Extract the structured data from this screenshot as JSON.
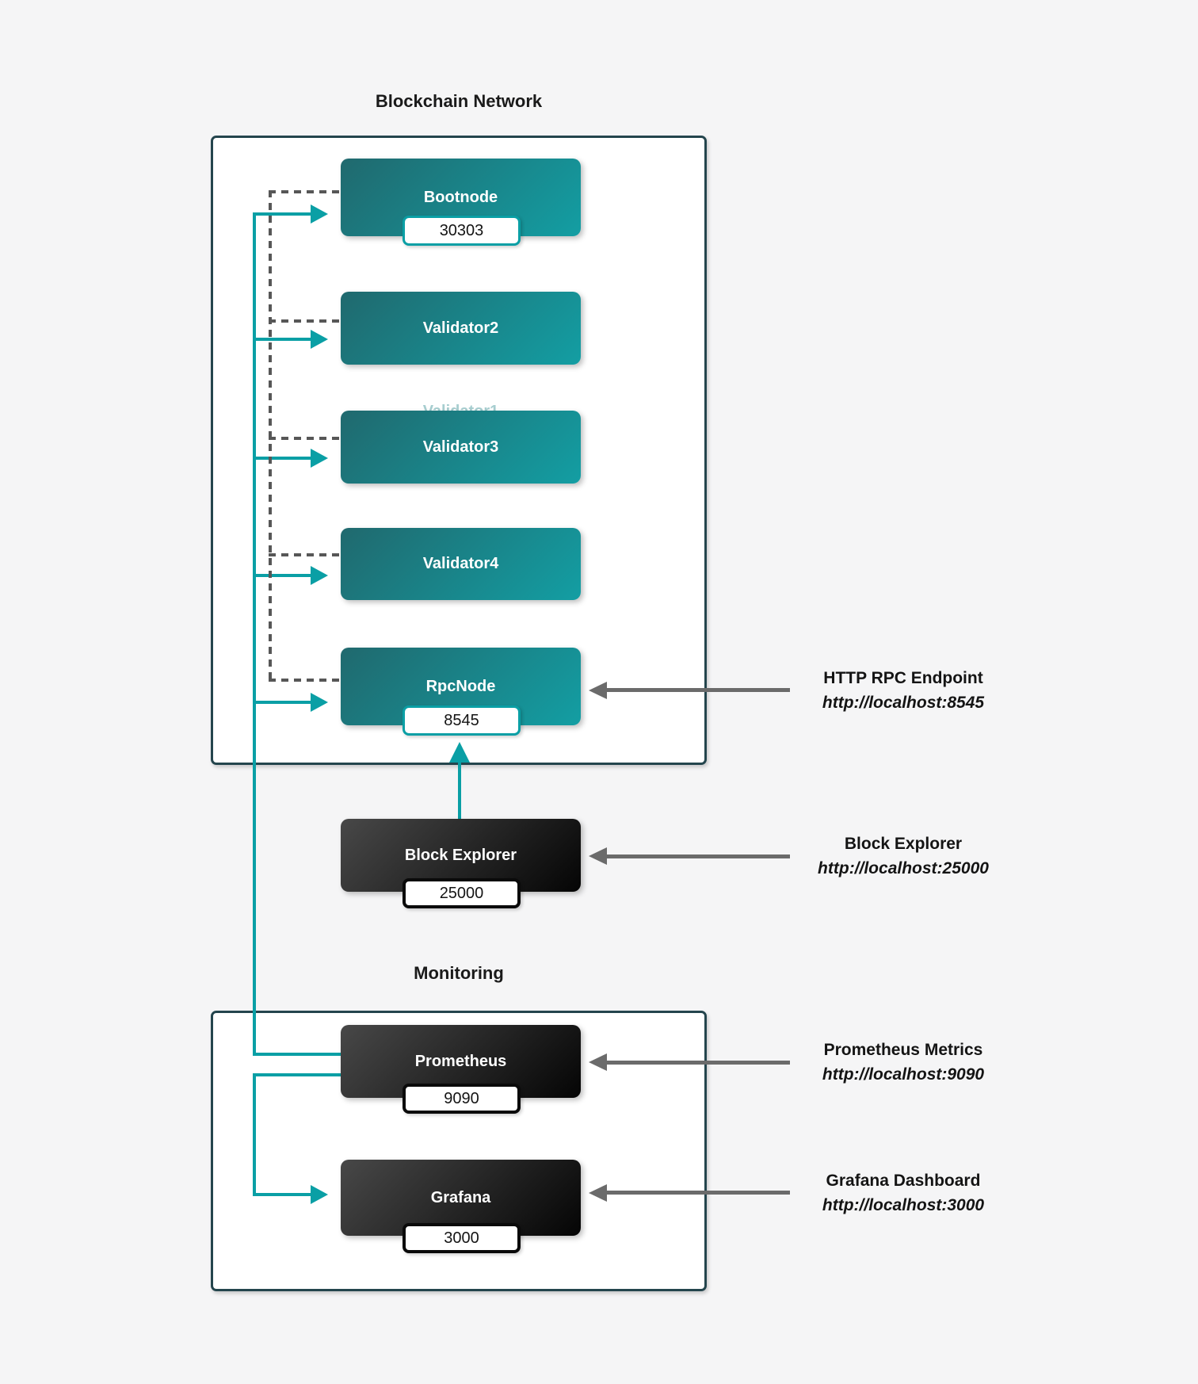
{
  "titles": {
    "blockchain": "Blockchain Network",
    "monitoring": "Monitoring"
  },
  "nodes": {
    "bootnode": {
      "label": "Bootnode",
      "port": "30303"
    },
    "validator2": {
      "label": "Validator2"
    },
    "validator1_hidden": {
      "label": "Validator1"
    },
    "validator3": {
      "label": "Validator3"
    },
    "validator4": {
      "label": "Validator4"
    },
    "rpcnode": {
      "label": "RpcNode",
      "port": "8545"
    },
    "block_explorer": {
      "label": "Block Explorer",
      "port": "25000"
    },
    "prometheus": {
      "label": "Prometheus",
      "port": "9090"
    },
    "grafana": {
      "label": "Grafana",
      "port": "3000"
    }
  },
  "endpoints": [
    {
      "title": "HTTP RPC Endpoint",
      "url": "http://localhost:8545"
    },
    {
      "title": "Block Explorer",
      "url": "http://localhost:25000"
    },
    {
      "title": "Prometheus Metrics",
      "url": "http://localhost:9090"
    },
    {
      "title": "Grafana Dashboard",
      "url": "http://localhost:3000"
    }
  ],
  "colors": {
    "teal": "#0a9fa5",
    "container_border": "#24454d",
    "dashed_gray": "#575757",
    "arrow_gray": "#6b6b6b",
    "teal_box_gradient_start": "#20696e",
    "teal_box_gradient_end": "#139ea3",
    "dark_box_gradient_start": "#484848",
    "dark_box_gradient_end": "#050505"
  }
}
